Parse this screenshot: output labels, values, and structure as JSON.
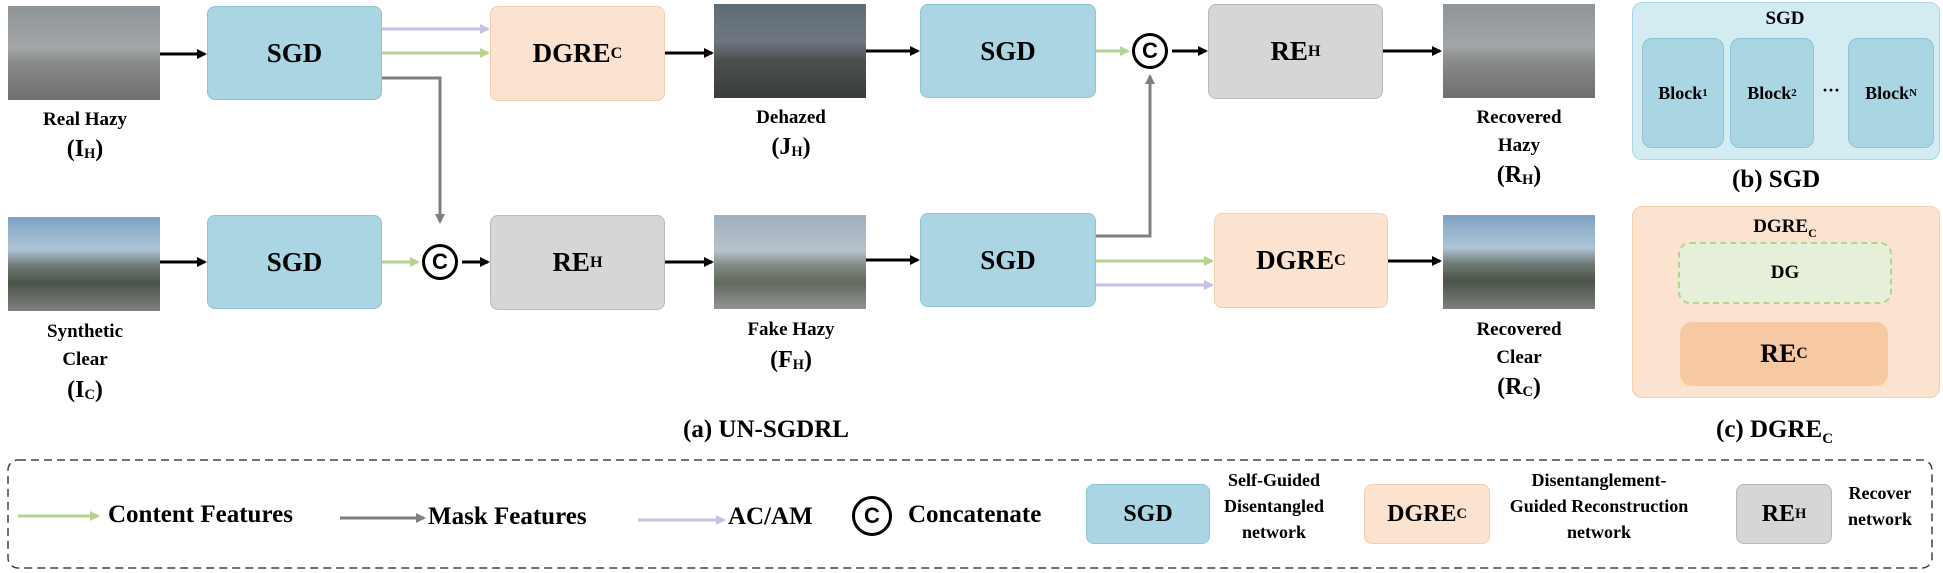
{
  "nodes": {
    "sgd_label": "SGD",
    "re_label": "RE",
    "re_sub_h": "H",
    "dgre_label": "DGRE",
    "dgre_sub_c": "C",
    "concat_symbol": "C"
  },
  "images": {
    "real_hazy": {
      "line1": "Real Hazy",
      "sym": "I",
      "sub": "H"
    },
    "synthetic_clear": {
      "line1": "Synthetic",
      "line2": "Clear",
      "sym": "I",
      "sub": "C"
    },
    "dehazed": {
      "line1": "Dehazed",
      "sym": "J",
      "sub": "H"
    },
    "fake_hazy": {
      "line1": "Fake Hazy",
      "sym": "F",
      "sub": "H"
    },
    "recovered_hazy": {
      "line1": "Recovered",
      "line2": "Hazy",
      "sym": "R",
      "sub": "H"
    },
    "recovered_clear": {
      "line1": "Recovered",
      "line2": "Clear",
      "sym": "R",
      "sub": "C"
    }
  },
  "captions": {
    "a": "(a) UN-SGDRL",
    "b": "(b) SGD",
    "c_prefix": "(c) DGRE",
    "c_sub": "C"
  },
  "sgd_panel": {
    "title": "SGD",
    "block": "Block",
    "block1_sub": "1",
    "block2_sub": "2",
    "blockn_sub": "N",
    "ellipsis": "···"
  },
  "dgre_panel": {
    "title": "DGRE",
    "title_sub": "C",
    "dg": "DG",
    "re": "RE",
    "re_sub": "C"
  },
  "legend": {
    "content": "Content Features",
    "mask": "Mask Features",
    "acam": "AC/AM",
    "concat": "Concatenate",
    "sgd_desc1": "Self-Guided",
    "sgd_desc2": "Disentangled",
    "sgd_desc3": "network",
    "dgre_desc1": "Disentanglement-",
    "dgre_desc2": "Guided Reconstruction",
    "dgre_desc3": "network",
    "re_desc1": "Recover",
    "re_desc2": "network"
  },
  "colors": {
    "content_arrow": "#b5d38f",
    "mask_arrow": "#7f7f7f",
    "acam_arrow": "#c9bfe0",
    "sgd_fill": "#a9d6e2",
    "dgre_fill": "#fbe3cf",
    "re_fill": "#d6d6d6"
  }
}
